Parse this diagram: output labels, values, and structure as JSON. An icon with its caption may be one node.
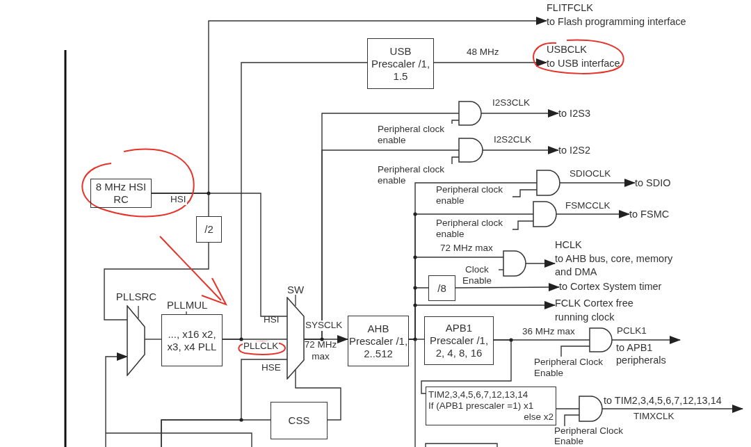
{
  "diagram": {
    "nodes": [
      {
        "text": [
          "FLITFCLK",
          "to Flash programming interface"
        ]
      },
      {
        "text": [
          "USB Prescaler /1, 1.5"
        ]
      },
      {
        "text": [
          "USBCLK",
          "to USB interface"
        ]
      },
      {
        "text": [],
        "shape": "gate"
      },
      {
        "text": [
          "to I2S3"
        ]
      },
      {
        "text": [],
        "shape": "gate"
      },
      {
        "text": [
          "to I2S2"
        ]
      },
      {
        "text": [
          "8 MHz HSI RC"
        ]
      },
      {
        "text": [],
        "shape": "gate"
      },
      {
        "text": [
          "to SDIO"
        ]
      },
      {
        "text": [],
        "shape": "gate"
      },
      {
        "text": [
          "to FSMC"
        ]
      },
      {
        "text": [
          "/2"
        ]
      },
      {
        "text": [],
        "shape": "gate"
      },
      {
        "text": [
          "HCLK",
          "to AHB bus, core, memory and DMA"
        ]
      },
      {
        "text": [
          "/8"
        ]
      },
      {
        "text": [
          "to Cortex System timer"
        ]
      },
      {
        "text": [
          "FCLK Cortex free running clock"
        ]
      },
      {
        "text": [
          "PLLSRC"
        ]
      },
      {
        "text": [
          "..., x16 x2, x3, x4 PLL"
        ],
        "beside": [
          "PLLMUL"
        ]
      },
      {
        "text": [
          "SW"
        ],
        "beside": [
          "72 MHz max"
        ]
      },
      {
        "text": [
          "AHB Prescaler /1, 2..512"
        ]
      },
      {
        "text": [
          "APB1 Prescaler /1, 2, 4, 8, 16"
        ]
      },
      {
        "text": [],
        "shape": "gate",
        "beside": [
          "to APB1 peripherals"
        ]
      },
      {
        "text": [
          "TIM2,3,4,5,6,7,12,13,14",
          "If (APB1 prescaler =1) x1",
          "else x2"
        ]
      },
      {
        "text": [],
        "shape": "gate",
        "beside": [
          "to TIM2,3,4,5,6,7,12,13,14"
        ]
      },
      {
        "text": [
          "CSS"
        ]
      },
      {
        "text": [
          "Peripheral clock enable"
        ]
      },
      {
        "text": [
          "Peripheral clock enable"
        ]
      },
      {
        "text": [
          "Peripheral clock enable"
        ]
      },
      {
        "text": [
          "Peripheral clock enable"
        ]
      },
      {
        "text": [
          "Clock Enable"
        ]
      },
      {
        "text": [
          "Peripheral Clock Enable"
        ]
      },
      {
        "text": [
          "Peripheral Clock Enable"
        ]
      }
    ],
    "edges": [
      {
        "from": 7,
        "to": 0,
        "arrow": "to"
      },
      {
        "from": 7,
        "to": 12,
        "arrow": "none"
      },
      {
        "from": 12,
        "to": 18,
        "arrow": "none"
      },
      {
        "from": 7,
        "to": 20,
        "arrow": "none",
        "label": "HSI"
      },
      {
        "from": null,
        "to": 18,
        "arrow": "to"
      },
      {
        "from": 18,
        "to": 19,
        "arrow": "none"
      },
      {
        "from": 19,
        "to": 20,
        "arrow": "none",
        "label": "PLLCLK"
      },
      {
        "from": 19,
        "to": 1,
        "arrow": "none"
      },
      {
        "from": 1,
        "to": 2,
        "arrow": "to",
        "label": "48 MHz"
      },
      {
        "from": null,
        "to": 20,
        "arrow": "none"
      },
      {
        "from": null,
        "to": 26,
        "arrow": "none"
      },
      {
        "from": 20,
        "to": 26,
        "arrow": "none"
      },
      {
        "from": 20,
        "to": 21,
        "arrow": "to",
        "label": "SYSCLK"
      },
      {
        "from": 20,
        "to": 3,
        "arrow": "none"
      },
      {
        "from": 20,
        "to": 5,
        "arrow": "none"
      },
      {
        "from": 3,
        "to": 4,
        "arrow": "to",
        "label": "I2S3CLK"
      },
      {
        "from": 5,
        "to": 6,
        "arrow": "to",
        "label": "I2S2CLK"
      },
      {
        "from": 21,
        "to": 22,
        "arrow": "none"
      },
      {
        "from": 21,
        "to": 8,
        "arrow": "none"
      },
      {
        "from": 8,
        "to": 9,
        "arrow": "to",
        "label": "SDIOCLK"
      },
      {
        "from": 21,
        "to": 10,
        "arrow": "none"
      },
      {
        "from": 10,
        "to": 11,
        "arrow": "to",
        "label": "FSMCCLK"
      },
      {
        "from": 21,
        "to": 13,
        "arrow": "none",
        "label": "72 MHz max"
      },
      {
        "from": 13,
        "to": 14,
        "arrow": "to"
      },
      {
        "from": 21,
        "to": 15,
        "arrow": "none"
      },
      {
        "from": 15,
        "to": 16,
        "arrow": "to"
      },
      {
        "from": 21,
        "to": 17,
        "arrow": "to"
      },
      {
        "from": 22,
        "to": 23,
        "arrow": "none",
        "label": "36 MHz max"
      },
      {
        "from": 23,
        "to": null,
        "arrow": "to",
        "label": "PCLK1"
      },
      {
        "from": 22,
        "to": 24,
        "arrow": "none"
      },
      {
        "from": 24,
        "to": 25,
        "arrow": "none"
      },
      {
        "from": 25,
        "to": null,
        "arrow": "to",
        "label": "TIMXCLK"
      },
      {
        "from": 27,
        "to": 3,
        "arrow": "none"
      },
      {
        "from": 28,
        "to": 5,
        "arrow": "none"
      },
      {
        "from": 29,
        "to": 8,
        "arrow": "none"
      },
      {
        "from": 30,
        "to": 10,
        "arrow": "none"
      },
      {
        "from": 31,
        "to": 13,
        "arrow": "none"
      },
      {
        "from": 32,
        "to": 23,
        "arrow": "none"
      },
      {
        "from": 33,
        "to": 25,
        "arrow": "none"
      }
    ],
    "labels": [
      "HSI",
      "HSE"
    ]
  }
}
